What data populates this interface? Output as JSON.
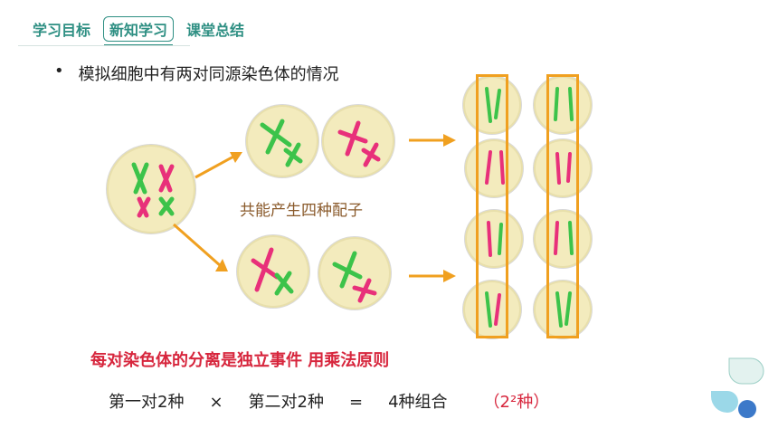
{
  "nav": {
    "tabs": [
      {
        "label": "学习目标"
      },
      {
        "label": "新知学习"
      },
      {
        "label": "课堂总结"
      }
    ],
    "active_tab": 1
  },
  "bullet": {
    "marker": "•",
    "text": "模拟细胞中有两对同源染色体的情况"
  },
  "middle_caption": "共能产生四种配子",
  "rule": "每对染色体的分离是独立事件 用乘法原则",
  "equation": {
    "first": "第一对2种",
    "times": "×",
    "second": "第二对2种",
    "equals": "=",
    "result": "4种组合",
    "note": "（2²种）"
  },
  "colors": {
    "accent": "#2e8f83",
    "highlight": "#d7263d",
    "arrow": "#f0a020",
    "green_chromosome": "#3cc34a",
    "pink_chromosome": "#e8307a"
  }
}
